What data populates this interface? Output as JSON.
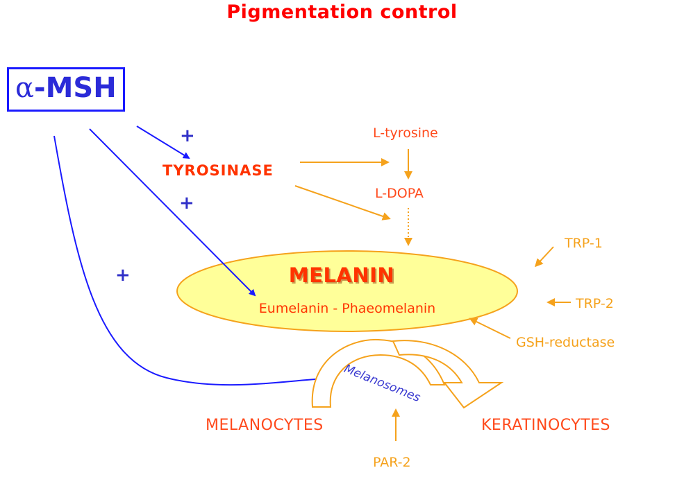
{
  "title": "Pigmentation control",
  "hormone": {
    "alpha": "α",
    "label": "-MSH"
  },
  "plus_signs": [
    "+",
    "+",
    "+"
  ],
  "enzyme": "TYROSINASE",
  "pathway": {
    "substrate": "L-tyrosine",
    "intermediate": "L-DOPA"
  },
  "melanin": {
    "label": "MELANIN",
    "types": "Eumelanin - Phaeomelanin"
  },
  "modulators": [
    "TRP-1",
    "TRP-2",
    "GSH-reductase"
  ],
  "transfer": {
    "organelle": "Melanosomes",
    "source_cell": "MELANOCYTES",
    "target_cell": "KERATINOCYTES",
    "receptor": "PAR-2"
  },
  "colors": {
    "title": "#ff0000",
    "msh": "#1a1aff",
    "enzyme": "#ff3300",
    "pathway": "#f5a21c",
    "ellipse_fill": "#ffff99",
    "ellipse_stroke": "#f5a21c"
  }
}
